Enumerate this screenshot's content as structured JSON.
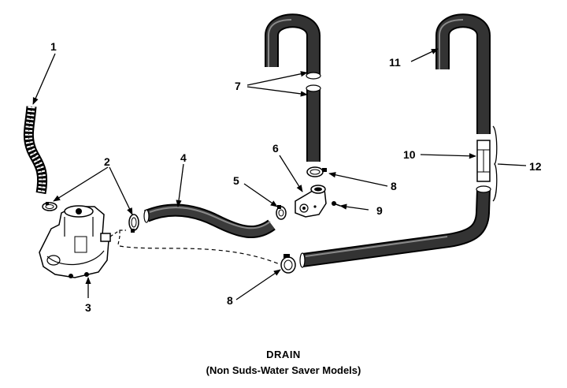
{
  "diagram": {
    "title": "DRAIN",
    "subtitle": "(Non Suds-Water Saver Models)",
    "callouts": [
      {
        "id": "1",
        "text": "1"
      },
      {
        "id": "2",
        "text": "2"
      },
      {
        "id": "3",
        "text": "3"
      },
      {
        "id": "4",
        "text": "4"
      },
      {
        "id": "5",
        "text": "5"
      },
      {
        "id": "6",
        "text": "6"
      },
      {
        "id": "7",
        "text": "7"
      },
      {
        "id": "8a",
        "text": "8"
      },
      {
        "id": "8b",
        "text": "8"
      },
      {
        "id": "9",
        "text": "9"
      },
      {
        "id": "10",
        "text": "10"
      },
      {
        "id": "11",
        "text": "11"
      },
      {
        "id": "12",
        "text": "12"
      }
    ]
  }
}
